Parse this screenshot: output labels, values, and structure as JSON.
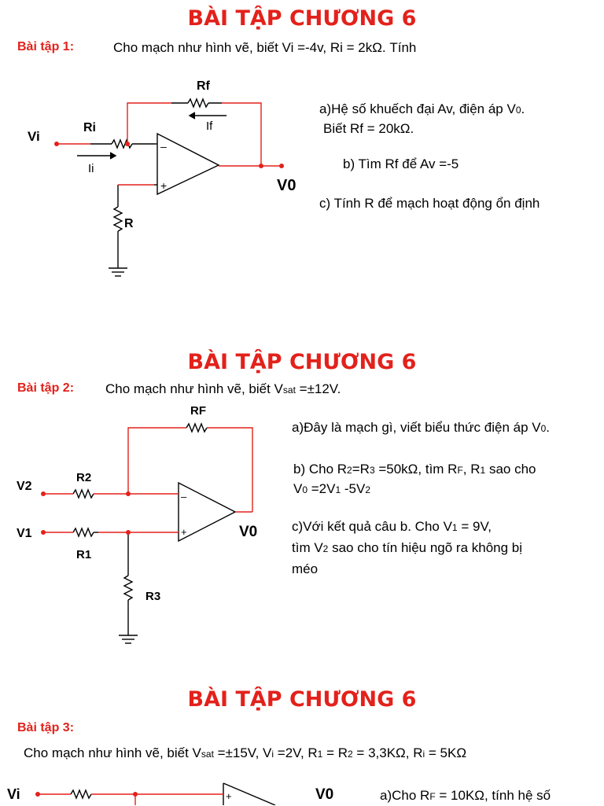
{
  "chapter_title": "BÀI TẬP CHƯƠNG 6",
  "ex1": {
    "label": "Bài tập 1:",
    "intro": "Cho mạch như hình vẽ, biết Vi =-4v, Ri = 2kΩ. Tính",
    "qa_line1": "a)Hệ số khuếch đại Av, điện áp V",
    "qa_line1_sub": "0",
    "qa_line1_end": ".",
    "qa_line2": "Biết  Rf = 20kΩ.",
    "qb": "b) Tìm Rf để Av =-5",
    "qc": "c) Tính R để mạch hoạt động ổn định",
    "circuit": {
      "vi": "Vi",
      "ri": "Ri",
      "ii": "Ii",
      "rf": "Rf",
      "if": "If",
      "v0": "V0",
      "r": "R",
      "minus": "–",
      "plus": "+"
    }
  },
  "ex2": {
    "label": "Bài tập 2:",
    "intro_pre": "Cho mạch như hình vẽ, biết V",
    "intro_sub": "sat",
    "intro_post": " =±12V.",
    "qa_pre": "a)Đây là mạch gì, viết biểu thức điện áp V",
    "qa_sub": "0",
    "qa_post": ".",
    "qb_1": "b) Cho  R",
    "qb_1s": "2",
    "qb_2": "=R",
    "qb_2s": "3",
    "qb_3": " =50kΩ, tìm R",
    "qb_3s": "F",
    "qb_4": ", R",
    "qb_4s": "1",
    "qb_5": " sao cho",
    "qb2_1": "V",
    "qb2_1s": "0",
    "qb2_2": " =2V",
    "qb2_2s": "1",
    "qb2_3": " -5V",
    "qb2_3s": "2",
    "qc_1": "c)Với kết quả câu b. Cho V",
    "qc_1s": "1",
    "qc_2": " = 9V,",
    "qc_line2": "tìm V",
    "qc_line2s": "2",
    "qc_line2_post": " sao cho tín hiệu ngõ ra không bị",
    "qc_line3": "méo",
    "circuit": {
      "rf": "RF",
      "v2": "V2",
      "r2": "R2",
      "v1": "V1",
      "r1": "R1",
      "r3": "R3",
      "v0": "V0",
      "minus": "–",
      "plus": "+"
    }
  },
  "ex3": {
    "label": "Bài tập 3:",
    "intro_1": "Cho mạch như hình vẽ, biết V",
    "intro_1s": "sat",
    "intro_2": " =±15V, V",
    "intro_2s": "i",
    "intro_3": " =2V, R",
    "intro_3s": "1",
    "intro_4": " = R",
    "intro_4s": "2",
    "intro_5": " = 3,3KΩ, R",
    "intro_5s": "i",
    "intro_6": " = 5KΩ",
    "qa_1": "a)Cho R",
    "qa_1s": "F",
    "qa_2": " = 10KΩ, tính hệ số",
    "circuit": {
      "vi": "Vi",
      "v0": "V0",
      "plus": "+"
    }
  },
  "colors": {
    "title": "#e3211b",
    "wire": "#e3211b",
    "node": "#e3211b"
  }
}
